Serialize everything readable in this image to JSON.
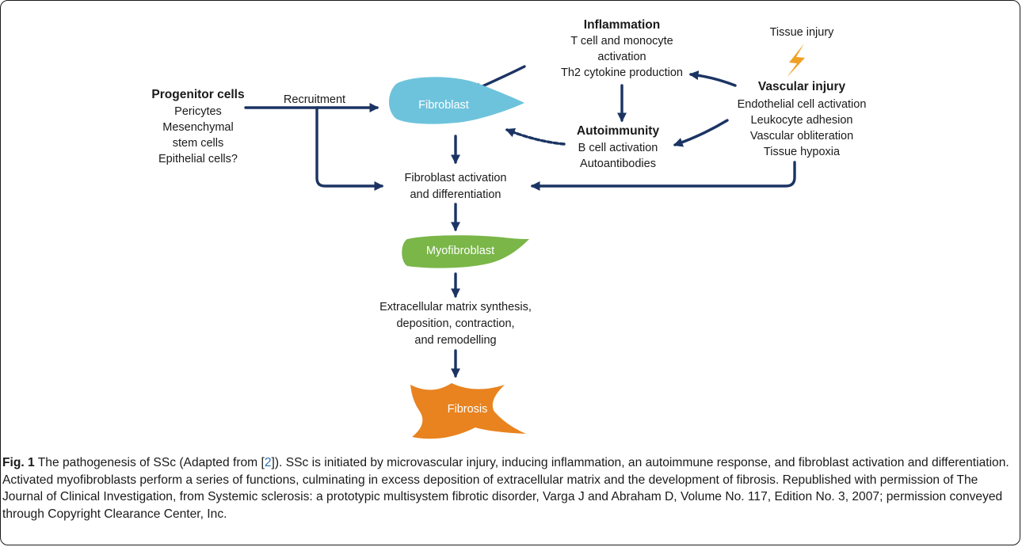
{
  "diagram": {
    "inflammation": {
      "title": "Inflammation",
      "lines": [
        "T cell and monocyte",
        "activation",
        "Th2 cytokine production"
      ]
    },
    "tissue_injury": "Tissue injury",
    "vascular_injury": {
      "title": "Vascular injury",
      "lines": [
        "Endothelial cell activation",
        "Leukocyte adhesion",
        "Vascular obliteration",
        "Tissue hypoxia"
      ]
    },
    "progenitor": {
      "title": "Progenitor cells",
      "lines": [
        "Pericytes",
        "Mesenchymal",
        "stem cells",
        "Epithelial cells?"
      ]
    },
    "recruitment": "Recruitment",
    "fibroblast": "Fibroblast",
    "autoimmunity": {
      "title": "Autoimmunity",
      "lines": [
        "B cell activation",
        "Autoantibodies"
      ]
    },
    "activation": [
      "Fibroblast activation",
      "and differentiation"
    ],
    "myofibroblast": "Myofibroblast",
    "ecm": [
      "Extracellular matrix synthesis,",
      "deposition, contraction,",
      "and remodelling"
    ],
    "fibrosis": "Fibrosis",
    "colors": {
      "arrow": "#1b3463",
      "fibroblast": "#6ec3dc",
      "myofibroblast": "#7ab648",
      "fibrosis": "#e8831f",
      "lightning": "#f0a024"
    }
  },
  "caption": {
    "label": "Fig. 1",
    "text_before_ref": " The pathogenesis of SSc (Adapted from [",
    "ref": "2",
    "text_after_ref": "]). SSc is initiated by microvascular injury, inducing inflammation, an autoimmune response, and fibroblast activation and differentiation. Activated myofibroblasts perform a series of functions, culminating in excess deposition of extracellular matrix and the development of fibrosis. Republished with permission of The Journal of Clinical Investigation, from Systemic sclerosis: a prototypic multisystem fibrotic disorder, Varga J and Abraham D, Volume No. 117, Edition No. 3, 2007; permission conveyed through Copyright Clearance Center, Inc."
  }
}
